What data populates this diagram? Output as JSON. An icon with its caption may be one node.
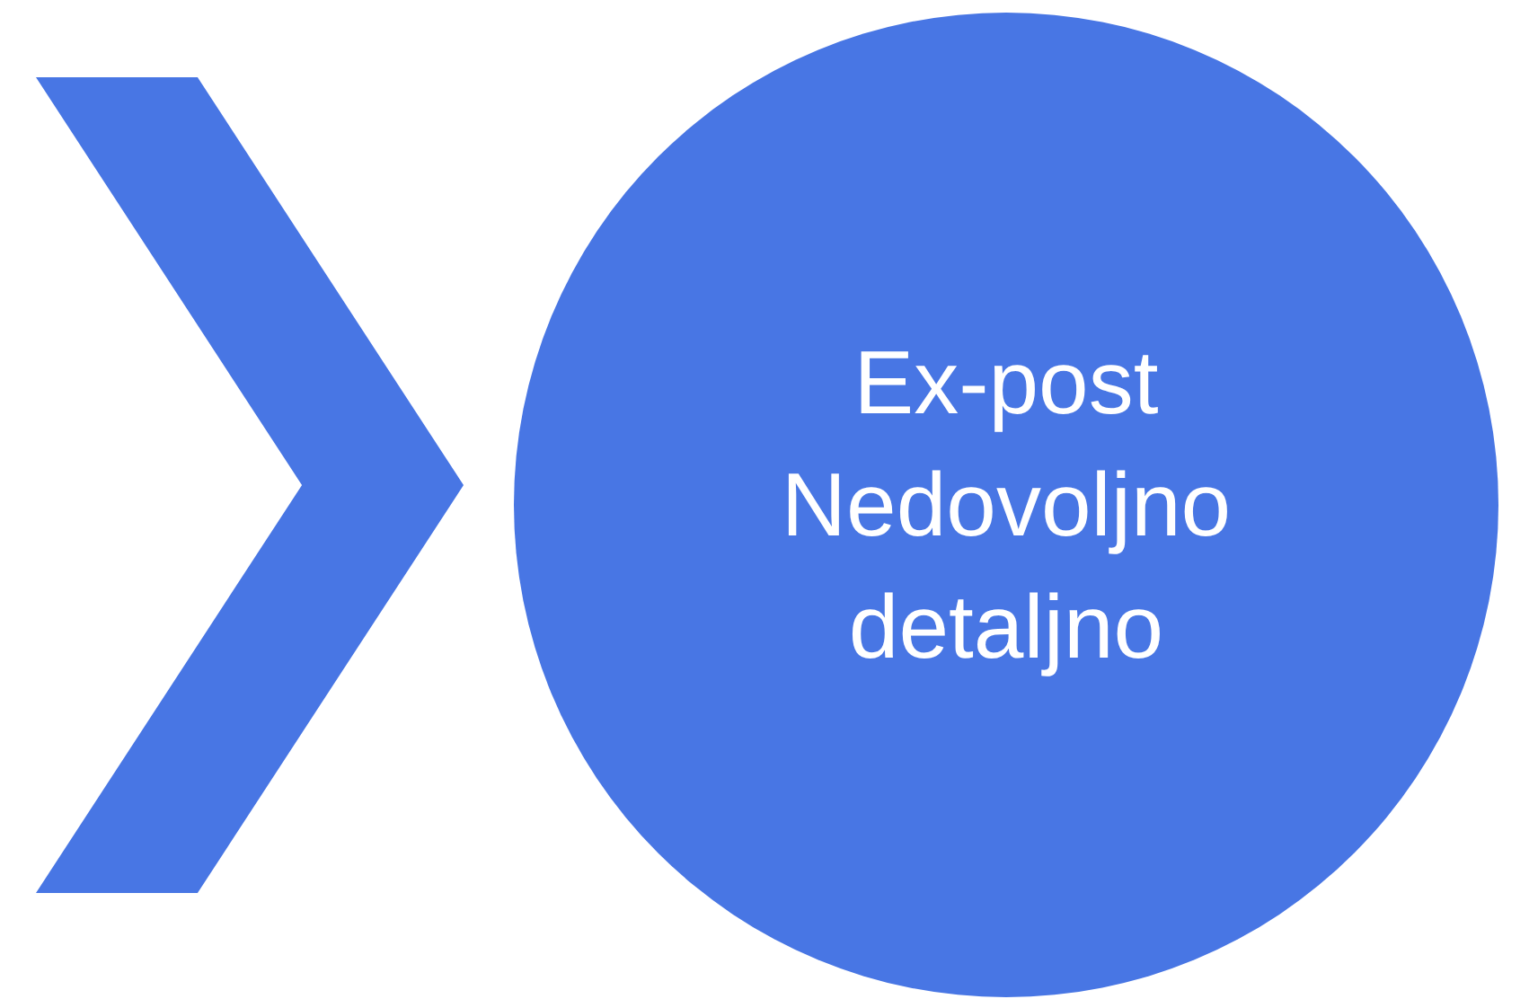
{
  "diagram": {
    "nodes": [
      {
        "text": [],
        "shape": "chevron"
      },
      {
        "text": [
          "Ex-post",
          "Nedovoljno detaljno"
        ]
      }
    ]
  }
}
